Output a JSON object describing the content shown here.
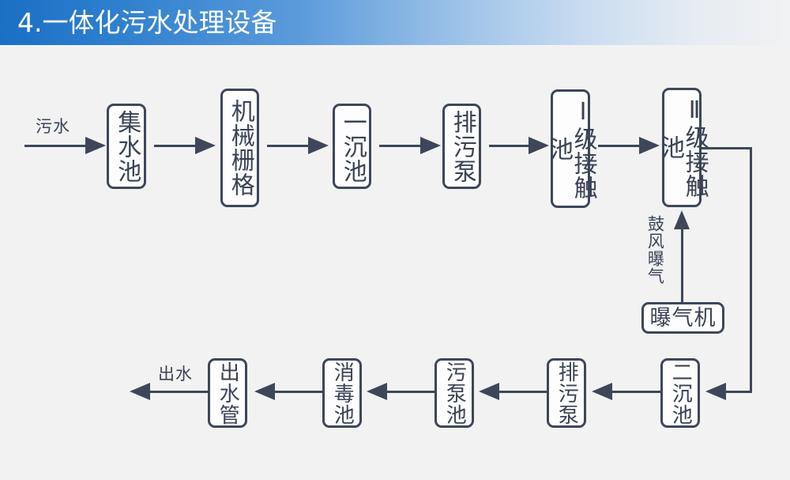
{
  "header": {
    "title": "4.一体化污水处理设备",
    "accent_color": "#1a6fc4",
    "text_color": "#ffffff"
  },
  "footer": {
    "accent_color": "#1e73c6"
  },
  "canvas": {
    "background_color": "#f2f2f2",
    "line_color": "#3d4759",
    "node_fill": "#fdfdfd",
    "node_text_color": "#3a4355"
  },
  "diagram": {
    "type": "process-flow",
    "title": "一体化污水处理设备工艺流程",
    "orientation": "serpentine-two-rows",
    "nodes": [
      {
        "id": "jishuichi",
        "label": "集水池",
        "row": "top",
        "order": 1
      },
      {
        "id": "jixieshange",
        "label": "机械栅格",
        "row": "top",
        "order": 2
      },
      {
        "id": "yichenchi",
        "label": "一沉池",
        "row": "top",
        "order": 3
      },
      {
        "id": "paiwubeng1",
        "label": "排污泵",
        "row": "top",
        "order": 4
      },
      {
        "id": "jiechuchi1",
        "label": "Ⅰ级接触池",
        "row": "top",
        "order": 5
      },
      {
        "id": "jiechuchi2",
        "label": "Ⅱ级接触池",
        "row": "top",
        "order": 6
      },
      {
        "id": "baoqiji",
        "label": "曝气机",
        "row": "middle",
        "order": 7
      },
      {
        "id": "erchenchi",
        "label": "二沉池",
        "row": "bottom",
        "order": 8
      },
      {
        "id": "paiwubeng2",
        "label": "排污泵",
        "row": "bottom",
        "order": 9
      },
      {
        "id": "wubengchi",
        "label": "污泵池",
        "row": "bottom",
        "order": 10
      },
      {
        "id": "xiaoduchi",
        "label": "消毒池",
        "row": "bottom",
        "order": 11
      },
      {
        "id": "chushuiguan",
        "label": "出水管",
        "row": "bottom",
        "order": 12
      }
    ],
    "edge_labels": {
      "inlet": "污水",
      "outlet": "出水",
      "aeration": "鼓风曝气"
    }
  }
}
